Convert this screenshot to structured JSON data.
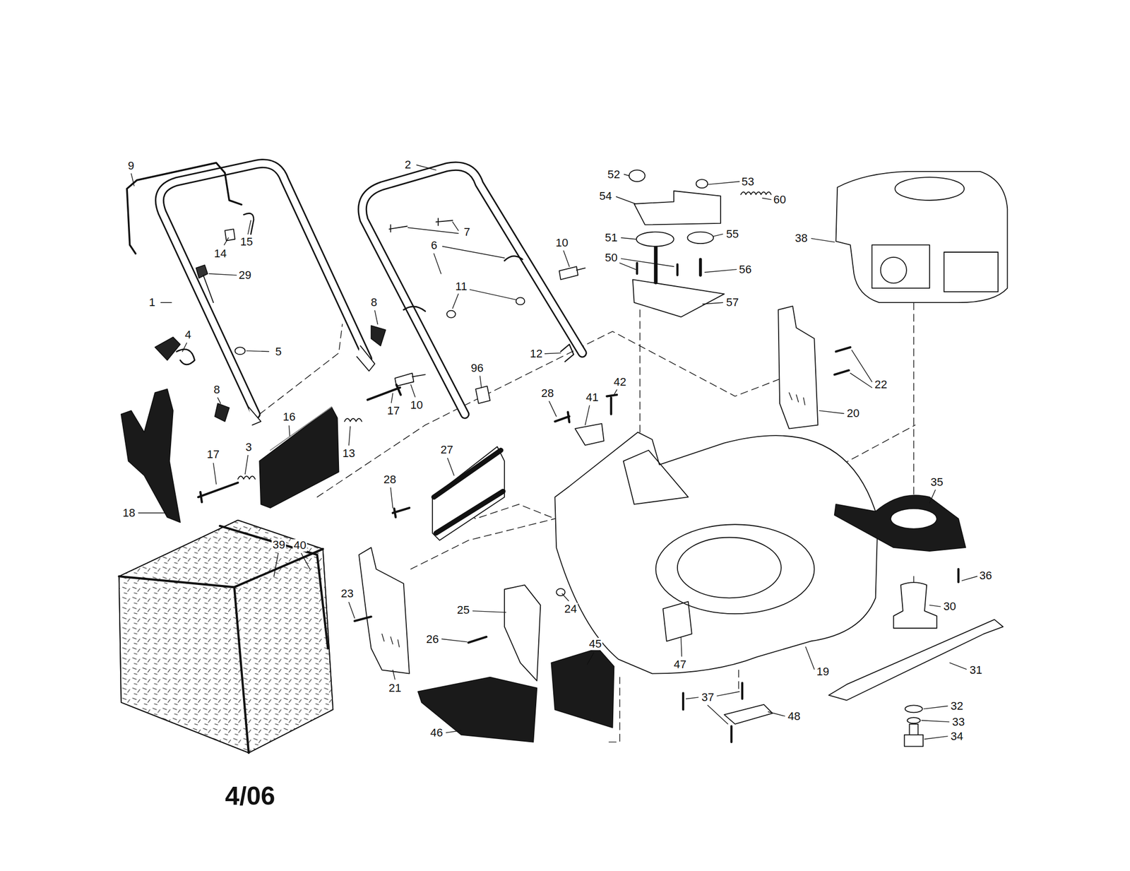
{
  "diagram": {
    "labels": [
      "9",
      "2",
      "52",
      "53",
      "54",
      "60",
      "7",
      "55",
      "51",
      "38",
      "15",
      "10",
      "6",
      "14",
      "50",
      "56",
      "29",
      "11",
      "1",
      "8",
      "57",
      "4",
      "5",
      "12",
      "96",
      "42",
      "22",
      "28",
      "8",
      "41",
      "10",
      "17",
      "20",
      "16",
      "3",
      "27",
      "13",
      "17",
      "28",
      "35",
      "18",
      "39",
      "40",
      "36",
      "23",
      "30",
      "24",
      "25",
      "26",
      "45",
      "47",
      "31",
      "19",
      "21",
      "37",
      "32",
      "48",
      "33",
      "46",
      "34",
      "4/06"
    ]
  }
}
